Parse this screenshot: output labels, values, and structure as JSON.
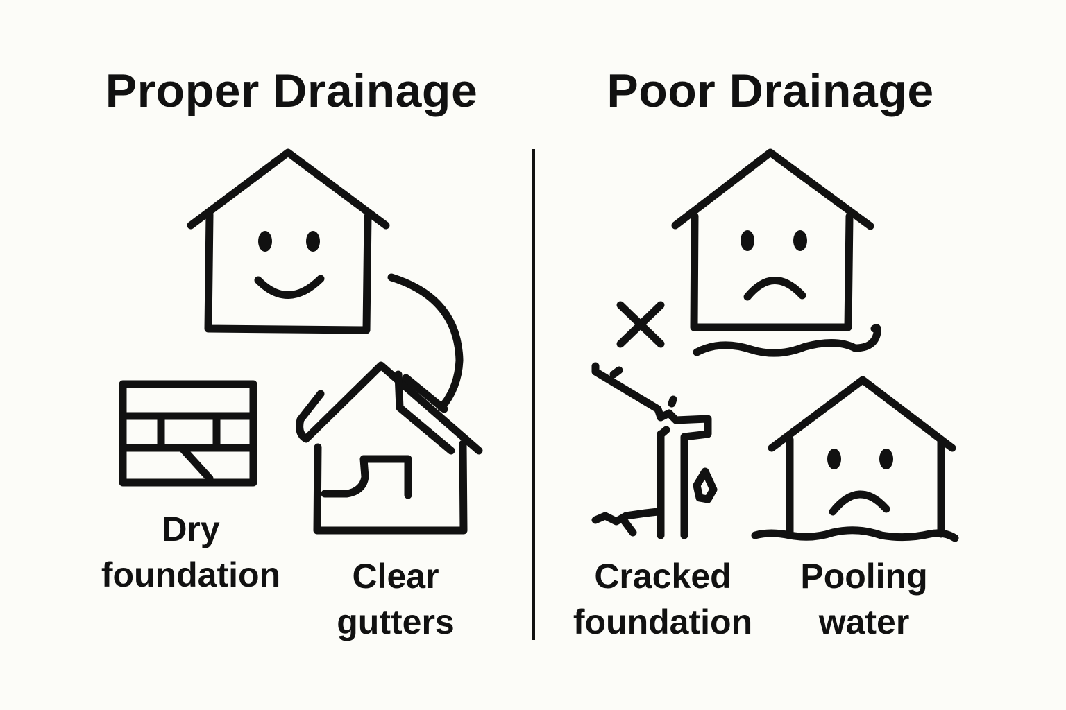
{
  "headings": {
    "left": "Proper Drainage",
    "right": "Poor Drainage"
  },
  "labels": {
    "dry_foundation": [
      "Dry",
      "foundation"
    ],
    "clear_gutters": [
      "Clear",
      "gutters"
    ],
    "cracked_foundation": [
      "Cracked",
      "foundation"
    ],
    "pooling_water": [
      "Pooling",
      "water"
    ]
  },
  "icons": [
    "happy-house-icon",
    "dry-foundation-brick-icon",
    "clear-gutter-house-icon",
    "x-mark-icon",
    "sad-house-water-icon",
    "cracked-foundation-gutter-icon",
    "flooded-sad-house-icon"
  ],
  "colors": {
    "background": "#fcfcf8",
    "ink": "#111111"
  }
}
